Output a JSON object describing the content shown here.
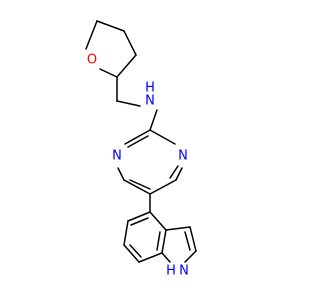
{
  "molecule": {
    "atoms": {
      "o_thf": {
        "symbol": "O",
        "color": "#ff0000"
      },
      "n_amine": {
        "symbol": "N",
        "color": "#0000ff"
      },
      "h_amine": {
        "symbol": "H",
        "color": "#0000ff"
      },
      "n_pyr_left": {
        "symbol": "N",
        "color": "#0000ff"
      },
      "n_pyr_right": {
        "symbol": "N",
        "color": "#0000ff"
      },
      "n_indole": {
        "symbol": "N",
        "color": "#0000ff"
      },
      "h_indole": {
        "symbol": "H",
        "color": "#0000ff"
      }
    },
    "bond_color": "#000000"
  }
}
